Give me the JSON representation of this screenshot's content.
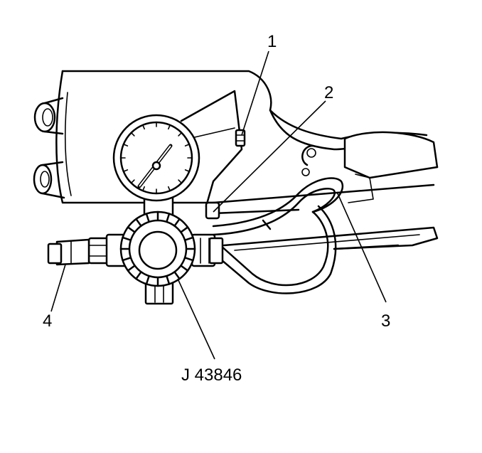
{
  "labels": {
    "callout_1": "1",
    "callout_2": "2",
    "callout_3": "3",
    "callout_4": "4",
    "tool_number": "J 43846"
  },
  "colors": {
    "ink": "#000000",
    "paper": "#ffffff"
  }
}
